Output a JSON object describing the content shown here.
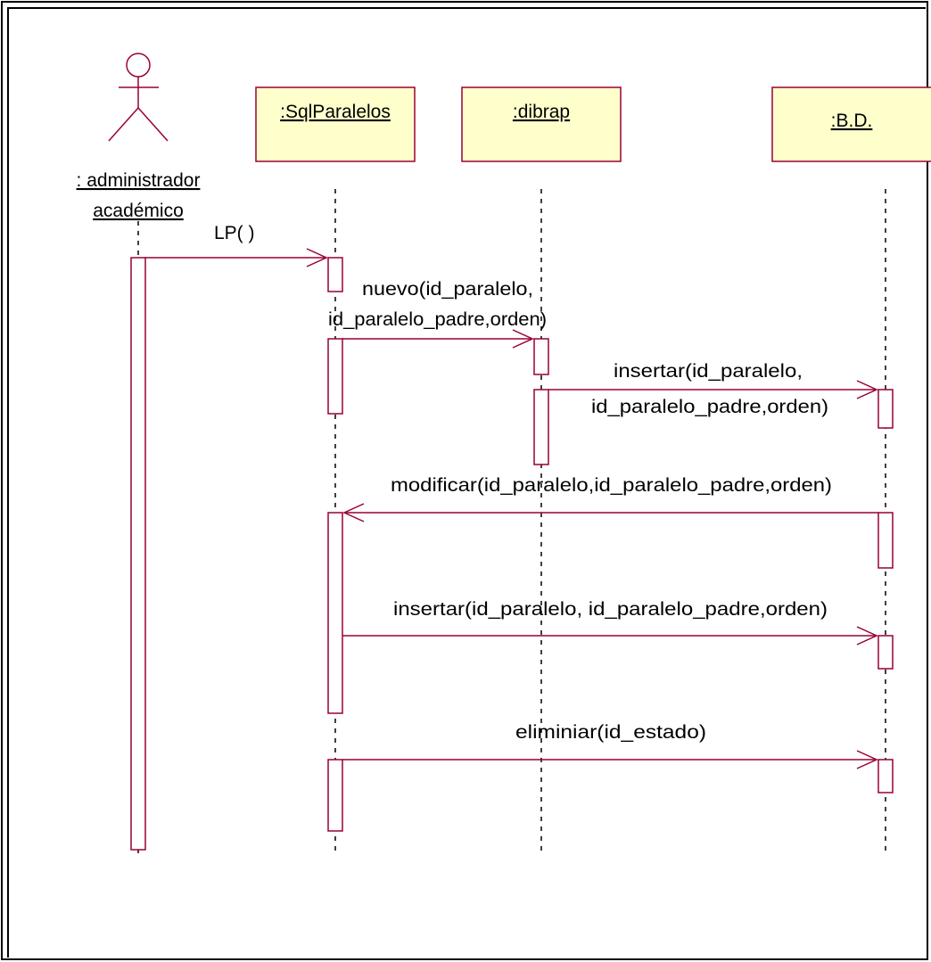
{
  "actors": [
    {
      "id": "admin",
      "lines": [
        ": administrador",
        "académico"
      ]
    }
  ],
  "objects": [
    {
      "id": "sql",
      "label": ":SqlParalelos"
    },
    {
      "id": "dibrap",
      "label": ":dibrap"
    },
    {
      "id": "bd",
      "label": ":B.D."
    }
  ],
  "messages": [
    {
      "id": "m1",
      "lines": [
        "LP( )"
      ]
    },
    {
      "id": "m2",
      "lines": [
        "nuevo(id_paralelo,",
        "id_paralelo_padre,orden)"
      ]
    },
    {
      "id": "m3",
      "lines": [
        "insertar(id_paralelo,",
        "id_paralelo_padre,orden)"
      ]
    },
    {
      "id": "m4",
      "lines": [
        "modificar(id_paralelo,id_paralelo_padre,orden)"
      ]
    },
    {
      "id": "m5",
      "lines": [
        "insertar(id_paralelo, id_paralelo_padre,orden)"
      ]
    },
    {
      "id": "m6",
      "lines": [
        "eliminiar(id_estado)"
      ]
    }
  ],
  "colors": {
    "line": "#990033",
    "object_fill": "#FFFFCC",
    "frame": "#000000",
    "lifeline": "#000000"
  }
}
